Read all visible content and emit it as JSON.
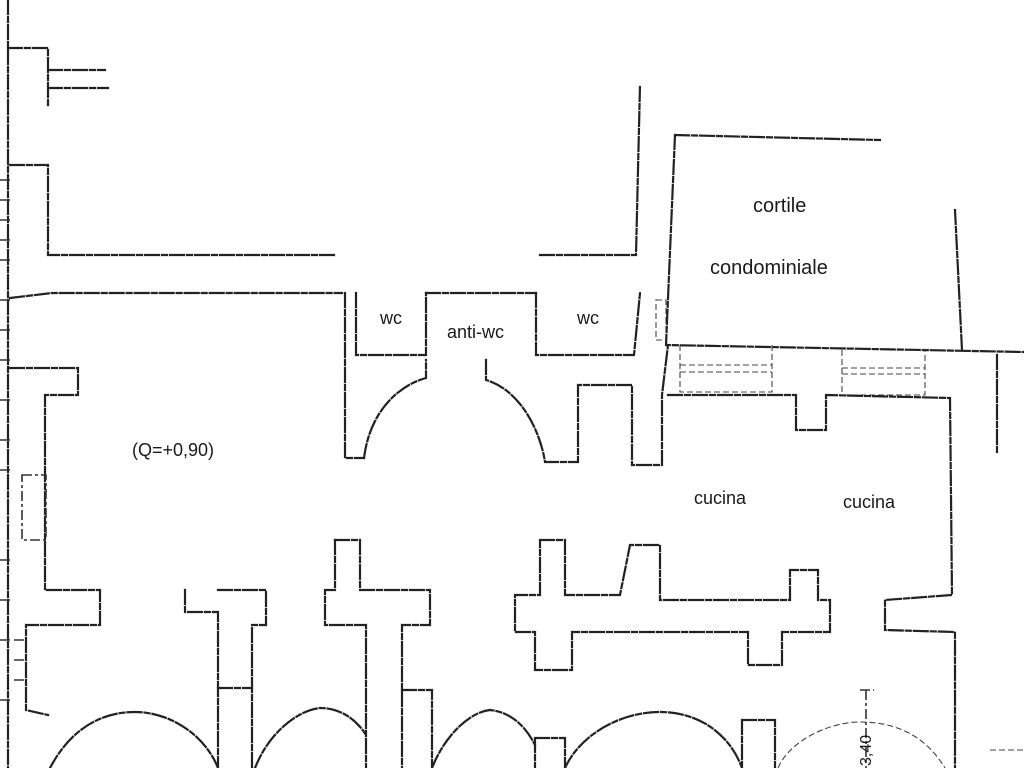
{
  "rooms": {
    "cortile_line1": "cortile",
    "cortile_line2": "condominiale",
    "wc_left": "wc",
    "anti_wc": "anti-wc",
    "wc_right": "wc",
    "level": "(Q=+0,90)",
    "cucina_left": "cucina",
    "cucina_right": "cucina"
  },
  "dimensions": {
    "height_mark": "3,40"
  }
}
